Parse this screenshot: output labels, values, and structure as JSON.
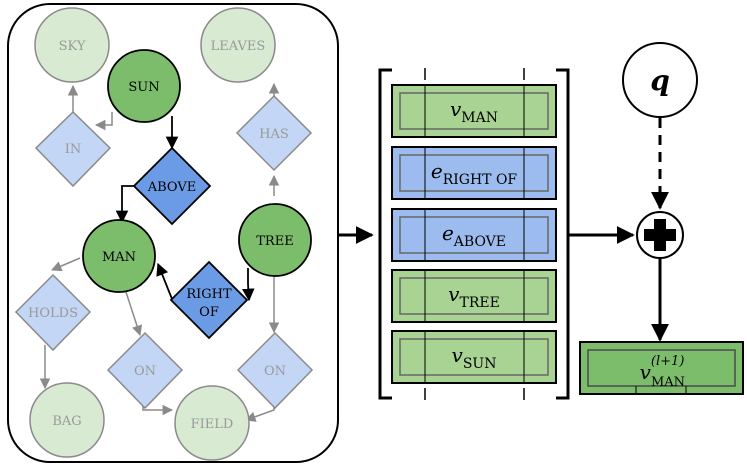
{
  "colors": {
    "dark_green": "#7cbd6c",
    "light_green": "#d8ebd2",
    "dark_blue": "#6c9be6",
    "light_blue": "#c4d6f5",
    "faded_edge": "#8a8a8a",
    "stack_green": "#a9d392",
    "stack_blue": "#9cbcf0"
  },
  "graph": {
    "nodes": {
      "sky": "SKY",
      "leaves": "LEAVES",
      "sun": "SUN",
      "in": "IN",
      "has": "HAS",
      "above": "ABOVE",
      "man": "MAN",
      "tree": "TREE",
      "right_of_1": "RIGHT",
      "right_of_2": "OF",
      "holds": "HOLDS",
      "on_left": "ON",
      "on_right": "ON",
      "bag": "BAG",
      "field": "FIELD"
    }
  },
  "stack": {
    "rows": [
      {
        "symbol": "v",
        "sub": "MAN"
      },
      {
        "symbol": "e",
        "sub": "RIGHT OF"
      },
      {
        "symbol": "e",
        "sub": "ABOVE"
      },
      {
        "symbol": "v",
        "sub": "TREE"
      },
      {
        "symbol": "v",
        "sub": "SUN"
      }
    ]
  },
  "query": {
    "symbol": "q"
  },
  "output": {
    "symbol": "v",
    "sup": "(l+1)",
    "sub": "MAN"
  }
}
